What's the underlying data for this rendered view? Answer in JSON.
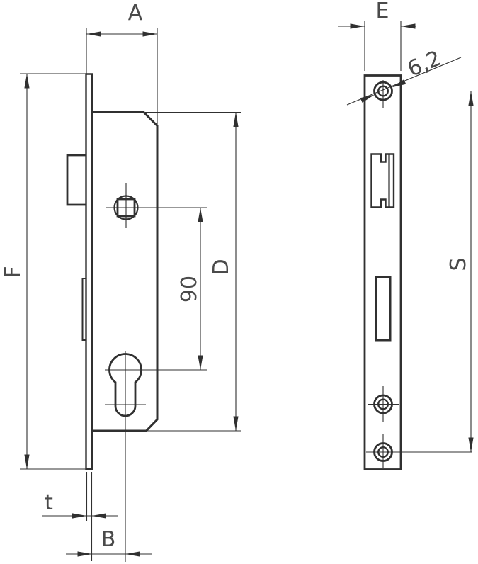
{
  "diagram": {
    "type": "technical-drawing",
    "labels": {
      "a": "A",
      "f": "F",
      "d": "D",
      "centers_90": "90",
      "t": "t",
      "b": "B",
      "e": "E",
      "s": "S",
      "hole_62": "6,2"
    },
    "colors": {
      "background": "#ffffff",
      "line": "#303030",
      "text": "#4a4a4a"
    }
  }
}
